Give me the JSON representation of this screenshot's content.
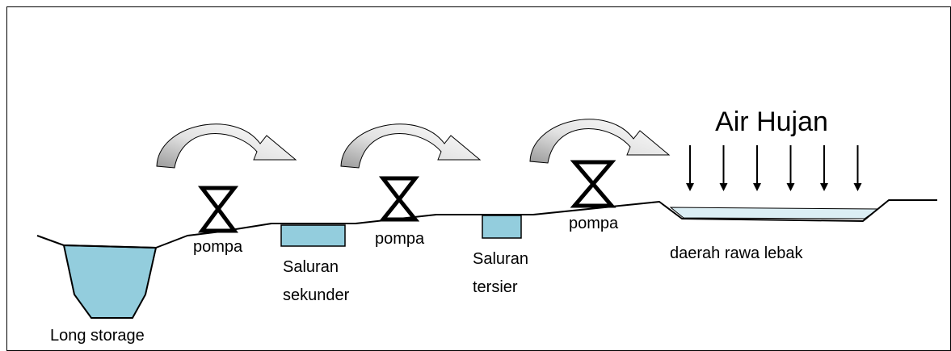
{
  "labels": {
    "rain": "Air Hujan",
    "pump_1": "pompa",
    "pump_2": "pompa",
    "pump_3": "pompa",
    "long_storage": "Long storage",
    "secondary_line1": "Saluran",
    "secondary_line2": "sekunder",
    "tertiary_line1": "Saluran",
    "tertiary_line2": "tersier",
    "swamp": "daerah rawa lebak"
  },
  "colors": {
    "water": "#93cddd",
    "swamp_water": "#dbeef4",
    "arrow_fill_start": "#9a9a9a",
    "arrow_fill_end": "#ffffff",
    "outline": "#000000"
  },
  "icons": {
    "pump": "hourglass-valve-icon",
    "pump_arrow": "curved-arrow-icon",
    "rain": "down-arrow-icon"
  },
  "rain_arrow_count": 6
}
